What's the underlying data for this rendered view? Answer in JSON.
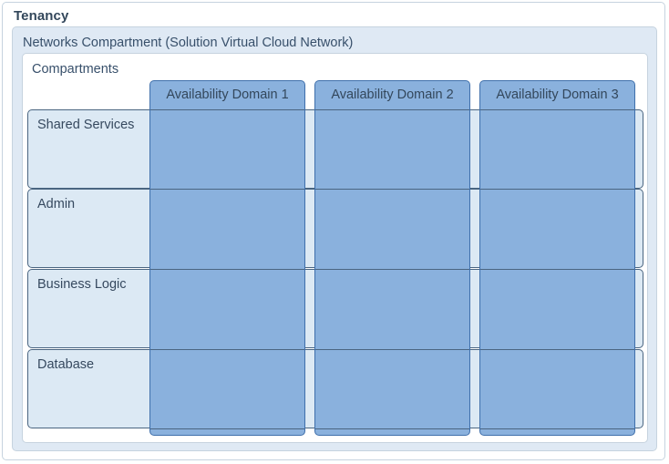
{
  "diagram": {
    "tenancy": {
      "title": "Tenancy"
    },
    "networks_compartment": {
      "title": "Networks Compartment (Solution Virtual Cloud Network)"
    },
    "compartments": {
      "title": "Compartments",
      "rows": [
        {
          "label": "Shared Services"
        },
        {
          "label": "Admin"
        },
        {
          "label": "Business Logic"
        },
        {
          "label": "Database"
        }
      ]
    },
    "availability_domains": [
      {
        "label": "Availability Domain 1"
      },
      {
        "label": "Availability Domain 2"
      },
      {
        "label": "Availability Domain 3"
      }
    ],
    "colors": {
      "page_background": "#ffffff",
      "outer_border": "#c6d3df",
      "band_background": "#dfe9f4",
      "inner_background": "#ffffff",
      "row_fill": "#dce9f4",
      "row_border": "#4a6581",
      "domain_fill": "#8ab1dd",
      "domain_border": "#3f6fab",
      "title_text": "#33475b",
      "body_text": "#38506b"
    }
  }
}
